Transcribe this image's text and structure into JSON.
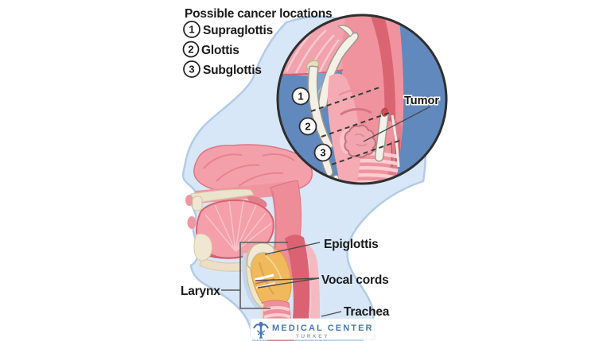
{
  "legend": {
    "title": "Possible cancer locations",
    "items": [
      {
        "number": "1",
        "label": "Supraglottis"
      },
      {
        "number": "2",
        "label": "Glottis"
      },
      {
        "number": "3",
        "label": "Subglottis"
      }
    ]
  },
  "inset": {
    "markers": [
      "1",
      "2",
      "3"
    ],
    "tumor_label": "Tumor"
  },
  "anatomy_labels": {
    "epiglottis": "Epiglottis",
    "vocal_cords": "Vocal cords",
    "trachea": "Trachea",
    "larynx": "Larynx"
  },
  "logo": {
    "name": "MEDICAL CENTER",
    "country": "TURKEY"
  },
  "colors": {
    "silhouette_blue": "#d8e7f7",
    "silhouette_border": "#b2cbe8",
    "inset_background": "#6289bd",
    "inset_border": "#2f2f2f",
    "tissue_pink": "#f0939e",
    "tissue_dark_pink": "#d86274",
    "cartilage_cream": "#efe5c8",
    "larynx_yellow": "#f0b95c",
    "label_text": "#1a1a1a",
    "logo_blue": "#4878b6"
  }
}
